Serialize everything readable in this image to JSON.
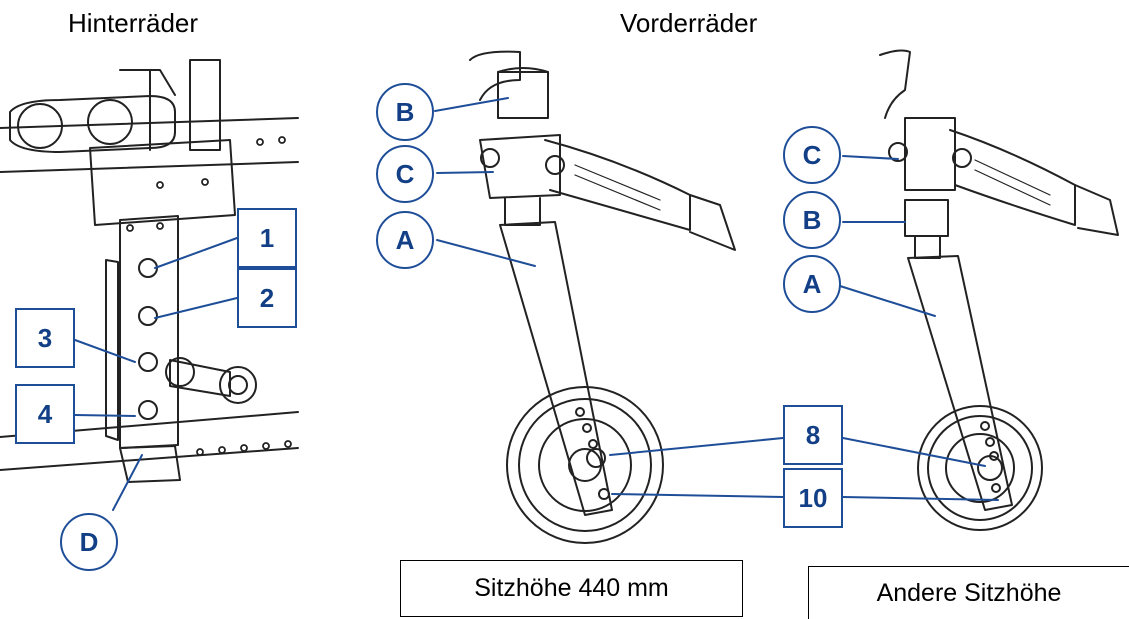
{
  "titles": {
    "rear": "Hinterräder",
    "front": "Vorderräder"
  },
  "captions": {
    "seat_440": "Sitzhöhe 440 mm",
    "seat_other": "Andere Sitzhöhe"
  },
  "callouts": {
    "rear": [
      "1",
      "2",
      "3",
      "4",
      "D"
    ],
    "front_left": [
      "B",
      "C",
      "A",
      "8",
      "10"
    ],
    "front_right": [
      "C",
      "B",
      "A"
    ]
  },
  "colors": {
    "callout_border": "#1f4e99",
    "callout_text": "#123f86",
    "line_art": "#222222"
  }
}
